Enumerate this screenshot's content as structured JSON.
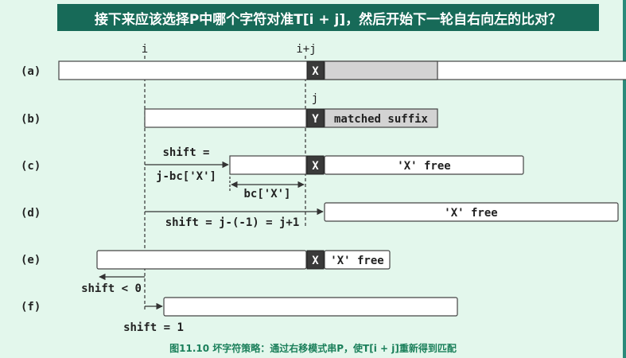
{
  "title": "接下来应该选择P中哪个字符对准T[i + j]，然后开始下一轮自右向左的比对？",
  "caption": "图11.10 坏字符策略：通过右移模式串P，使T[i + j]重新得到匹配",
  "rows": {
    "a": "(a)",
    "b": "(b)",
    "c": "(c)",
    "d": "(d)",
    "e": "(e)",
    "f": "(f)"
  },
  "labels": {
    "i": "i",
    "i_plus_j": "i+j",
    "j": "j",
    "X": "X",
    "Y": "Y",
    "matched_suffix": "matched suffix",
    "x_free": "'X' free",
    "shift_eq": "shift =",
    "j_bc": "j-bc['X']",
    "bc_x": "bc['X']",
    "shift_d": "shift = j-(-1) = j+1",
    "shift_lt0": "shift < 0",
    "shift_1": "shift = 1"
  },
  "colors": {
    "title_bg": "#176a58",
    "background": "#e3f7ec",
    "char_box": "#3a3a3a",
    "matched_fill": "#d3d3d3",
    "caption": "#1a7f5a"
  }
}
